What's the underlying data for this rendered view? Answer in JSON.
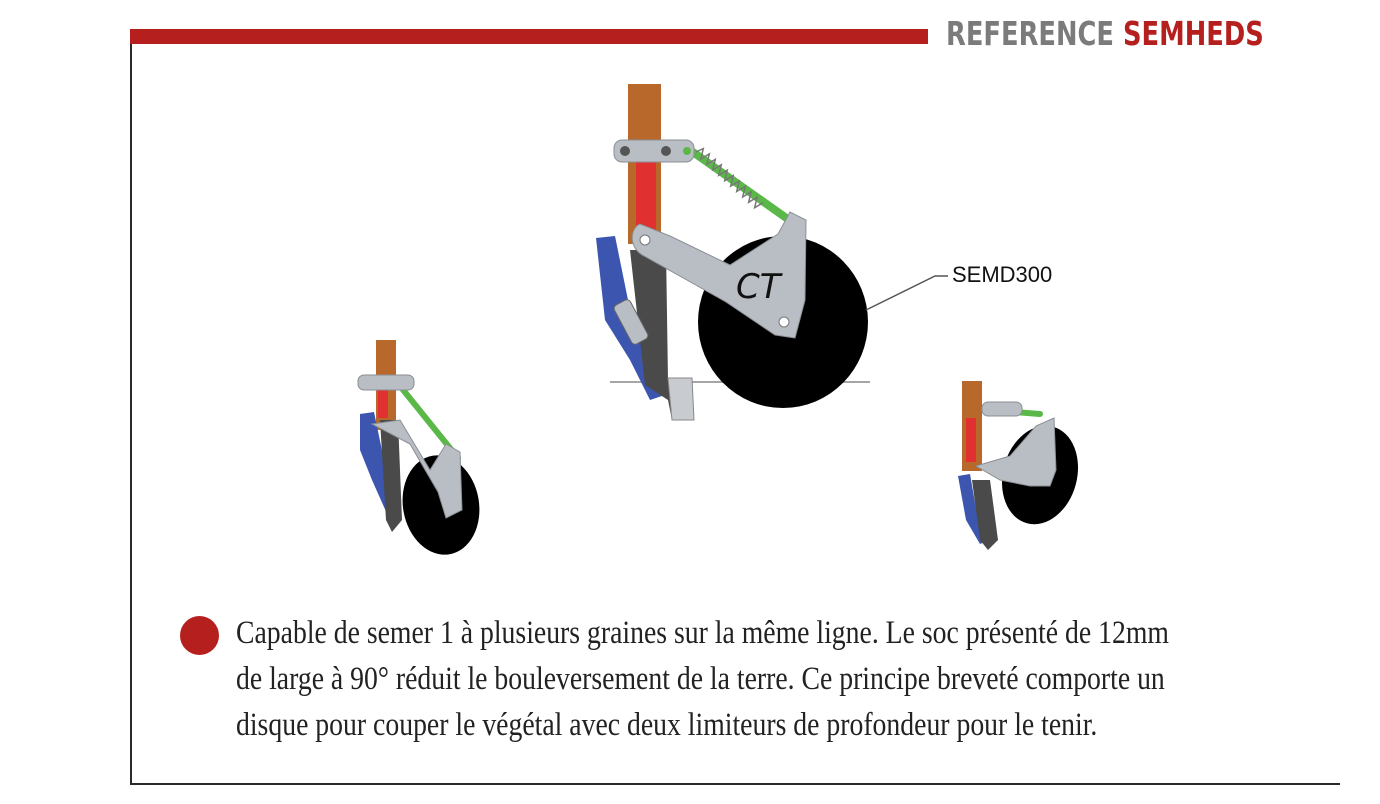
{
  "header": {
    "title_grey": "REFERENCE",
    "title_red": "SEMHEDS"
  },
  "figure": {
    "callout_label": "SEMD300",
    "disc_mark": "CT"
  },
  "body": {
    "lines": [
      "Capable de semer 1 à plusieurs graines sur la même ligne. Le soc présenté de 12mm",
      "de large à 90° réduit le bouleversement de la terre. Ce principe breveté comporte un",
      "disque pour couper le végétal avec deux limiteurs de profondeur pour le tenir."
    ]
  },
  "colors": {
    "accent_red": "#b5201f",
    "title_grey": "#7b7b7b",
    "frame": "#2a2a2a",
    "shank": "#b8682a",
    "spring": "#5ab848",
    "plate": "#b9bec4",
    "skid": "#3c56b0",
    "disc": "#000000"
  }
}
